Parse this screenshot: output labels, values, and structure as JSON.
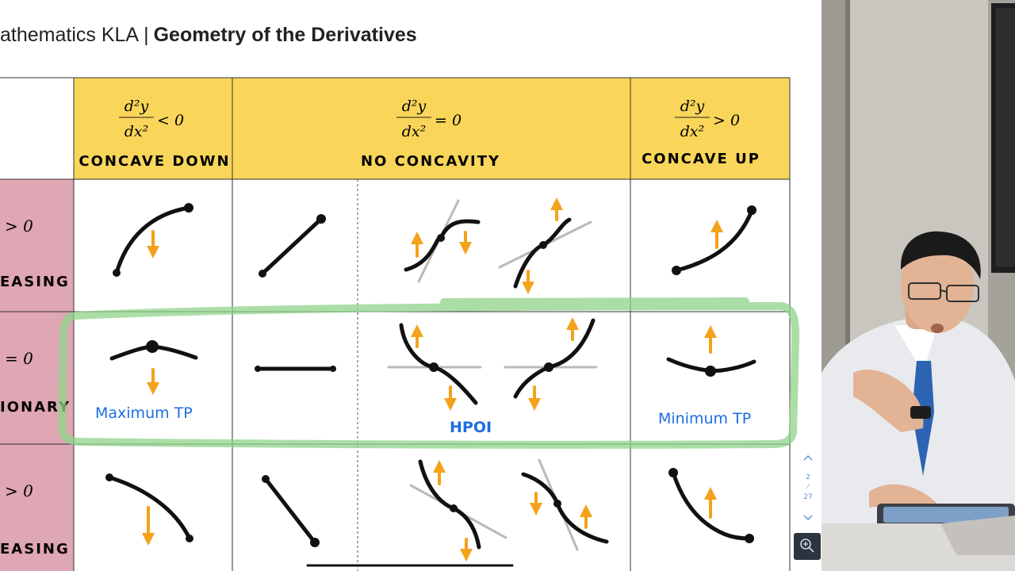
{
  "header": {
    "title_prefix": "athematics KLA",
    "separator": "|",
    "title_main": "Geometry of the Derivatives"
  },
  "columns": [
    {
      "condition_numer": "d²y",
      "condition_denom": "dx²",
      "condition_rel": "< 0",
      "label": "CONCAVE DOWN"
    },
    {
      "condition_numer": "d²y",
      "condition_denom": "dx²",
      "condition_rel": "= 0",
      "label": "NO CONCAVITY"
    },
    {
      "condition_numer": "d²y",
      "condition_denom": "dx²",
      "condition_rel": "> 0",
      "label": "CONCAVE UP"
    }
  ],
  "rows": [
    {
      "condition": "> 0",
      "label": "EASING"
    },
    {
      "condition": "= 0",
      "label": "IONARY"
    },
    {
      "condition": "> 0",
      "label": "EASING"
    }
  ],
  "annotations": {
    "maximum": "Maximum  TP",
    "minimum": "Minimum  TP",
    "hpoi": "HPOI"
  },
  "pager": {
    "current": "2",
    "total": "27"
  },
  "colors": {
    "header_yellow": "#f9d65a",
    "row_pink": "#dfa6b3",
    "arrow_orange": "#f4a21a",
    "highlight_green": "#8fd48a",
    "note_blue": "#1d6ee0",
    "tangent_grey": "#b9b9b9"
  },
  "icons": {
    "up": "chevron-up-icon",
    "down": "chevron-down-icon",
    "zoom": "zoom-in-icon"
  }
}
